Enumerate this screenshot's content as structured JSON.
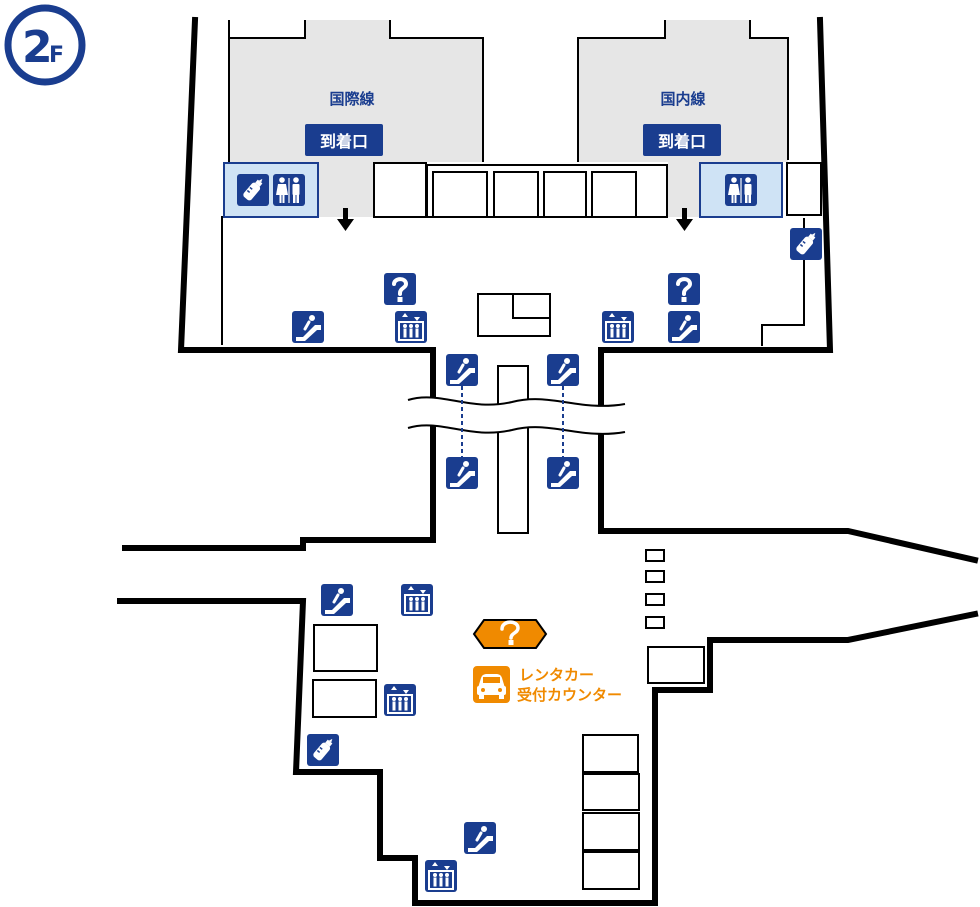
{
  "floor": {
    "label": "2",
    "suffix": "F"
  },
  "areas": {
    "international": {
      "name": "国際線",
      "arrival_sign": "到着口"
    },
    "domestic": {
      "name": "国内線",
      "arrival_sign": "到着口"
    }
  },
  "rental_car": {
    "line1": "レンタカー",
    "line2": "受付カウンター"
  },
  "icons": {
    "escalator": "escalator-icon",
    "elevator": "elevator-icon",
    "information": "information-icon",
    "restroom": "restroom-icon",
    "baby_bottle": "baby-bottle-icon",
    "car": "car-icon",
    "arrow_down": "arrow-down-icon"
  },
  "colors": {
    "navy": "#1a3d8f",
    "orange": "#f08a00",
    "gray_area": "#e6e6e6",
    "light_blue": "#cfe3f5",
    "wall": "#000000"
  }
}
